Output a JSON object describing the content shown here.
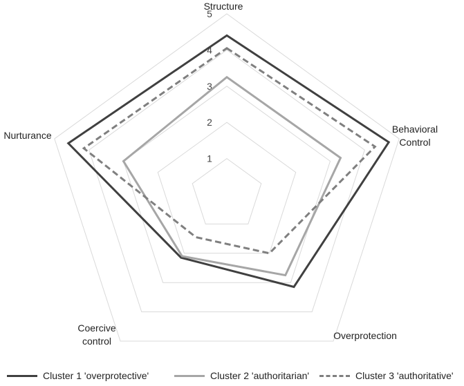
{
  "chart_data": {
    "type": "radar",
    "axes": [
      "Structure",
      "Behavioral Control",
      "Overprotection",
      "Coercive control",
      "Nurturance"
    ],
    "axis_label_lines": [
      [
        "Structure"
      ],
      [
        "Behavioral",
        "Control"
      ],
      [
        "Overprotection"
      ],
      [
        "Coercive",
        "control"
      ],
      [
        "Nurturance"
      ]
    ],
    "rlim": [
      0,
      5
    ],
    "ticks": [
      "1",
      "2",
      "3",
      "4",
      "5"
    ],
    "grid": true,
    "legend_position": "bottom",
    "series": [
      {
        "name": "Cluster 1 'overprotective'",
        "values": [
          4.4,
          4.7,
          3.15,
          2.15,
          4.6
        ],
        "color": "#404040",
        "dash": "solid"
      },
      {
        "name": "Cluster 2 'authoritarian'",
        "values": [
          3.25,
          3.3,
          2.75,
          2.1,
          3.0
        ],
        "color": "#a6a6a6",
        "dash": "solid"
      },
      {
        "name": "Cluster 3 'authoritative'",
        "values": [
          4.05,
          4.3,
          2.0,
          1.45,
          4.15
        ],
        "color": "#7f7f7f",
        "dash": "dashed"
      }
    ]
  }
}
